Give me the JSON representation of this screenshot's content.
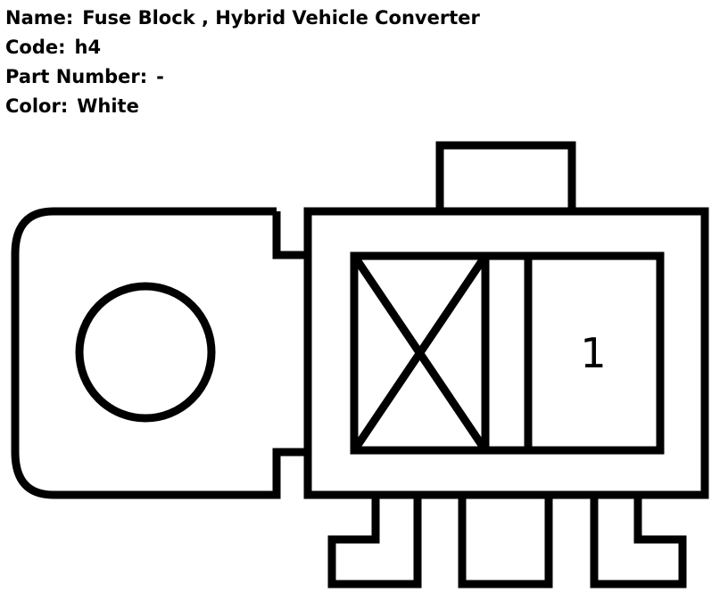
{
  "connector": {
    "name_label": "Name:",
    "name": "Fuse Block , Hybrid Vehicle Converter",
    "code_label": "Code:",
    "code": "h4",
    "part_number_label": "Part Number:",
    "part_number": "-",
    "color_label": "Color:",
    "color": "White"
  },
  "pins": [
    {
      "label": "1",
      "state": "used"
    }
  ],
  "blank_cavity": {
    "state": "unused"
  },
  "colors": {
    "line": "#000000",
    "background": "#ffffff"
  }
}
